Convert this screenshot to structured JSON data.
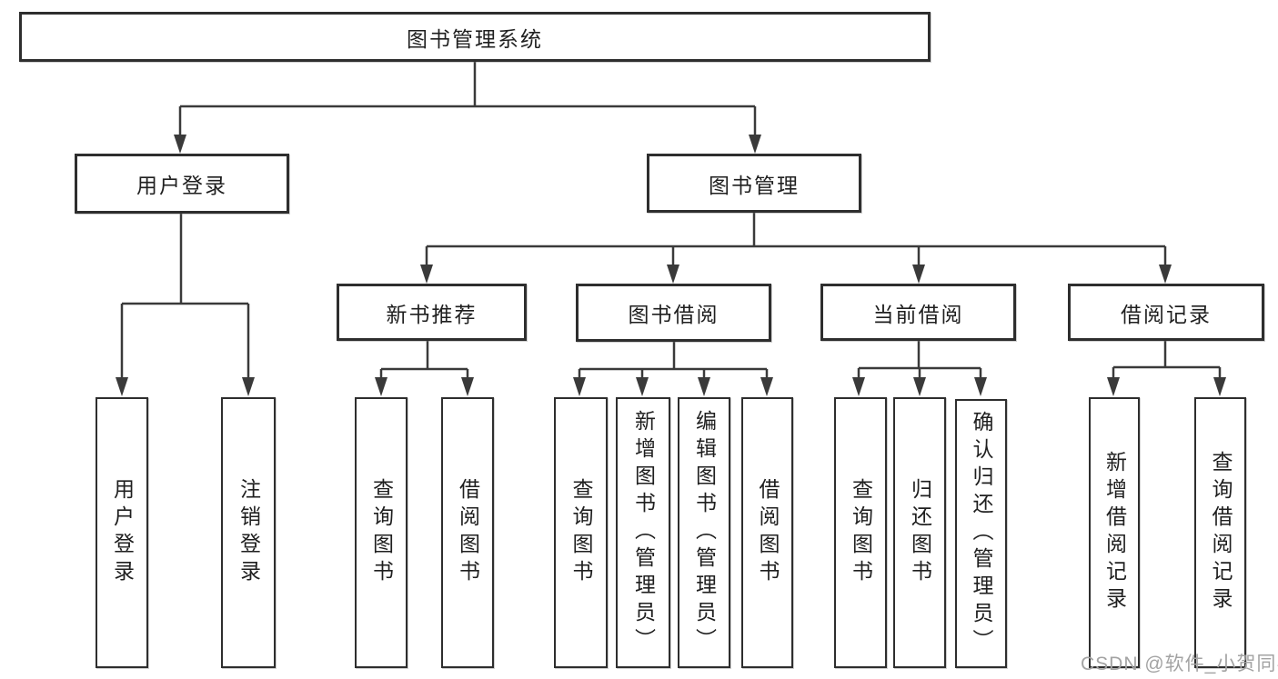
{
  "diagram": {
    "title_node": "图书管理系统",
    "level2": [
      {
        "id": "user-login",
        "label": "用户登录"
      },
      {
        "id": "book-management",
        "label": "图书管理"
      }
    ],
    "level3": [
      {
        "id": "new-book-recommend",
        "label": "新书推荐"
      },
      {
        "id": "book-borrow",
        "label": "图书借阅"
      },
      {
        "id": "current-borrow",
        "label": "当前借阅"
      },
      {
        "id": "borrow-record",
        "label": "借阅记录"
      }
    ],
    "leaves": {
      "user_login": [
        "用户登录",
        "注销登录"
      ],
      "new_book": [
        "查询图书",
        "借阅图书"
      ],
      "book_borrow": [
        "查询图书",
        "新增图书（管理员）",
        "编辑图书（管理员）",
        "借阅图书"
      ],
      "current_borrow": [
        "查询图书",
        "归还图书",
        "确认归还（管理员）"
      ],
      "borrow_record": [
        "新增借阅记录",
        "查询借阅记录"
      ]
    },
    "edge_color": "#3a3a3a",
    "box_border_color": "#2e2e2e",
    "text_color": "#1f1f1f"
  },
  "watermark": {
    "text": "CSDN @软件_小贺同学",
    "color": "#a3a3a3"
  }
}
